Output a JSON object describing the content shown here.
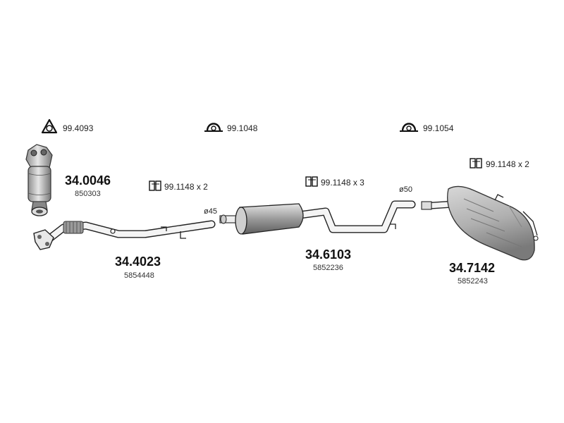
{
  "clamps": [
    {
      "code": "99.4093",
      "icon": "flange-gasket-icon"
    },
    {
      "code": "99.1048",
      "icon": "u-clamp-icon"
    },
    {
      "code": "99.1054",
      "icon": "u-clamp-icon"
    }
  ],
  "mountings": [
    {
      "text": "99.1148 x 2",
      "icon": "rubber-mount-icon"
    },
    {
      "text": "99.1148 x 3",
      "icon": "rubber-mount-icon"
    },
    {
      "text": "99.1148 x 2",
      "icon": "rubber-mount-icon"
    }
  ],
  "parts": [
    {
      "number": "34.0046",
      "oem": "850303",
      "name": "catalytic-converter"
    },
    {
      "number": "34.4023",
      "oem": "5854448",
      "name": "front-pipe"
    },
    {
      "number": "34.6103",
      "oem": "5852236",
      "name": "middle-silencer"
    },
    {
      "number": "34.7142",
      "oem": "5852243",
      "name": "rear-silencer"
    }
  ],
  "diameters": {
    "d1": "ø45",
    "d2": "ø50"
  }
}
